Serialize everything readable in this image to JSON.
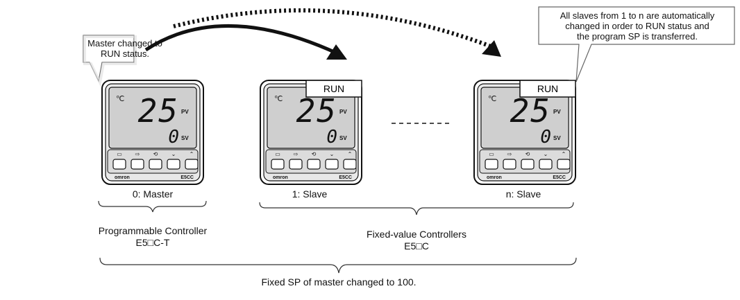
{
  "callouts": {
    "master": "Master changed to\nRUN status.",
    "slaves": "All slaves from 1 to n are automatically\nchanged in order to RUN status and\nthe program SP is transferred."
  },
  "controllers": [
    {
      "label": "0: Master",
      "unit": "℃",
      "pv": "25",
      "sv": "0",
      "pv_tag": "PV",
      "sv_tag": "SV",
      "brand": "omron",
      "model": "E5CC",
      "run": ""
    },
    {
      "label": "1: Slave",
      "unit": "℃",
      "pv": "25",
      "sv": "0",
      "pv_tag": "PV",
      "sv_tag": "SV",
      "brand": "omron",
      "model": "E5CC",
      "run": "RUN"
    },
    {
      "label": "n: Slave",
      "unit": "℃",
      "pv": "25",
      "sv": "0",
      "pv_tag": "PV",
      "sv_tag": "SV",
      "brand": "omron",
      "model": "E5CC",
      "run": "RUN"
    }
  ],
  "groups": {
    "programmable": "Programmable Controller\nE5□C-T",
    "fixed": "Fixed-value Controllers\nE5□C",
    "bottom": "Fixed SP of master changed to 100."
  }
}
